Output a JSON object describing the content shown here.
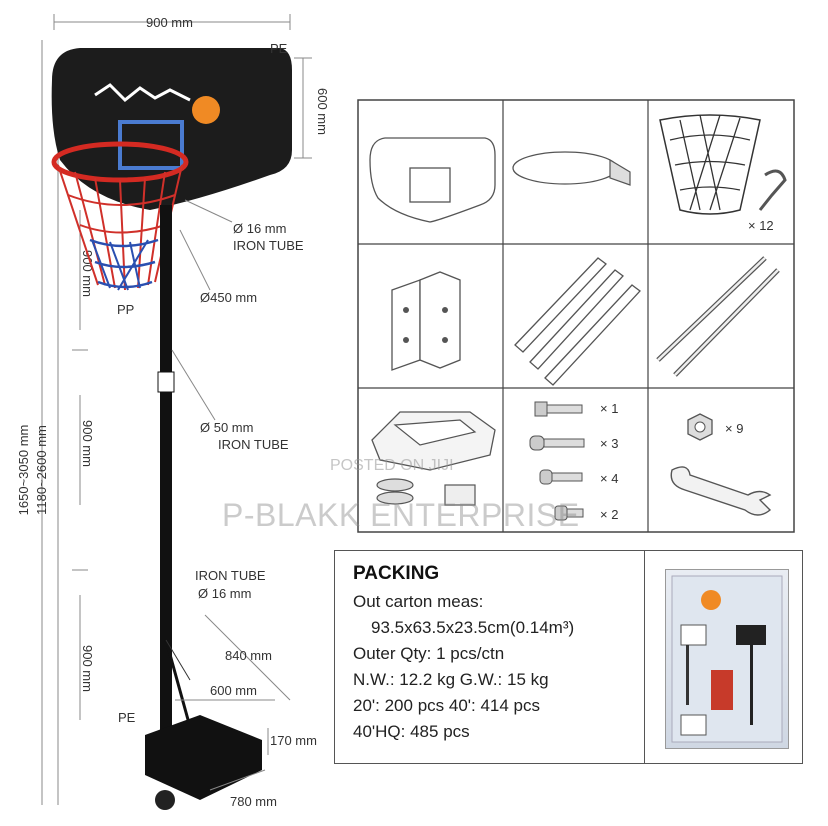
{
  "dimensions": {
    "top_width": "900 mm",
    "board_height": "600 mm",
    "total_height": "1650~3050 mm",
    "adjust_height": "1180~2600 mm",
    "seg1": "900 mm",
    "seg2": "900 mm",
    "seg3": "900 mm",
    "base_width": "600 mm",
    "base_height": "170 mm",
    "base_length": "780 mm",
    "brace_length": "840 mm",
    "rim_diameter": "Ø450 mm"
  },
  "materials": {
    "board": "PE",
    "net": "PP",
    "base": "PE",
    "tube_top_diameter": "Ø 16 mm",
    "tube_top_name": "IRON TUBE",
    "tube_main_diameter": "Ø 50 mm",
    "tube_main_name": "IRON TUBE",
    "tube_brace_name": "IRON TUBE",
    "tube_brace_diameter": "Ø 16 mm"
  },
  "parts": {
    "net_hooks_qty": "× 12",
    "bolt_a_qty": "× 1",
    "bolt_b_qty": "× 3",
    "bolt_c_qty": "× 4",
    "bolt_d_qty": "× 2",
    "nut_qty": "× 9"
  },
  "packing": {
    "title": "PACKING",
    "carton_label": "Out carton meas:",
    "carton_value": "93.5x63.5x23.5cm(0.14m³)",
    "outer_qty": "Outer Qty: 1 pcs/ctn",
    "weight": "N.W.: 12.2 kg  G.W.: 15 kg",
    "containers": "20': 200 pcs  40': 414 pcs",
    "hq": "40'HQ: 485 pcs"
  },
  "watermarks": {
    "posted": "POSTED ON JIJI",
    "brand": "P-BLAKK ENTERPRISE"
  },
  "colors": {
    "board": "#1c1c1c",
    "rim": "#d42a22",
    "net_blue": "#2a4fb0",
    "net_red": "#d0302a",
    "ball": "#f08a24"
  }
}
